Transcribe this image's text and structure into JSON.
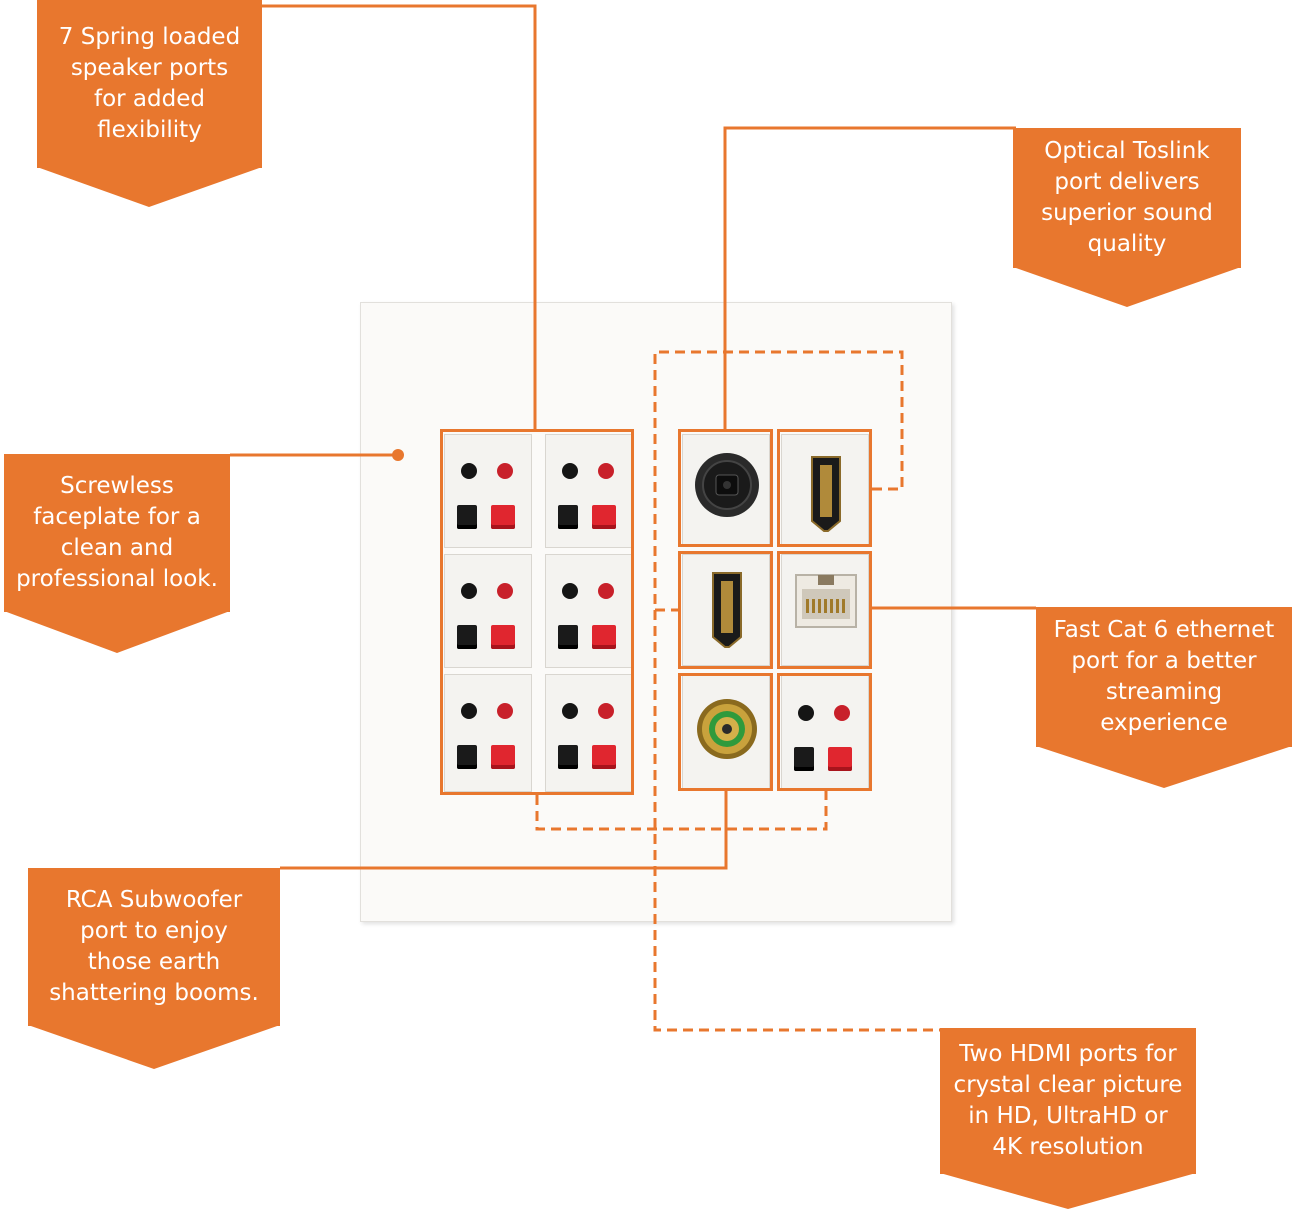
{
  "callouts": {
    "speaker_ports": [
      "7 Spring loaded",
      "speaker ports",
      "for added",
      "flexibility"
    ],
    "optical": [
      "Optical Toslink",
      "port delivers",
      "superior sound",
      "quality"
    ],
    "faceplate": [
      "Screwless",
      "faceplate for a",
      "clean and",
      "professional look."
    ],
    "ethernet": [
      "Fast Cat 6 ethernet",
      "port for a better",
      "streaming",
      "experience"
    ],
    "rca": [
      "RCA Subwoofer",
      "port  to enjoy",
      "those earth",
      "shattering booms."
    ],
    "hdmi": [
      "Two HDMI ports for",
      "crystal clear picture",
      "in HD,  UltraHD or",
      "4K resolution"
    ]
  },
  "colors": {
    "accent": "#e8772e",
    "callout_text": "#ffffff",
    "speaker_red": "#e0262f",
    "speaker_black": "#1a1a1a",
    "plate": "#fbfaf8"
  },
  "modules": {
    "speaker_count": 7,
    "icons": [
      "speaker-terminal-icon",
      "optical-toslink-icon",
      "hdmi-port-icon",
      "ethernet-port-icon",
      "rca-jack-icon"
    ]
  }
}
